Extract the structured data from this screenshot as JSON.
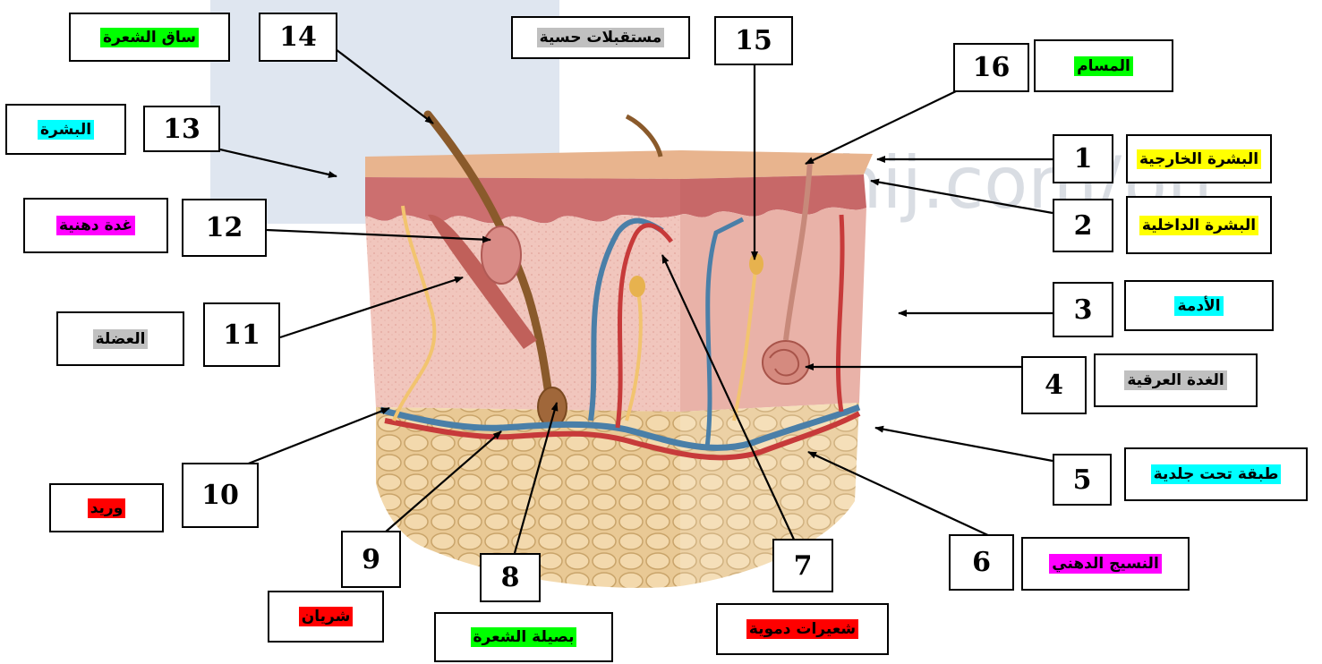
{
  "watermark": {
    "text": "AlManahij.com/bh",
    "color": "#d9dde3"
  },
  "colors": {
    "green": "#00ff00",
    "gray": "#c0c0c0",
    "cyan": "#00ffff",
    "magenta": "#ff00ff",
    "yellow": "#ffff00",
    "red": "#ff0000",
    "arrow": "#000000",
    "skin_top": "#e8b48e",
    "epidermis": "#cc6f6f",
    "dermis": "#f0c3ba",
    "fat": "#e8c48e",
    "vein": "#4a7fa8",
    "artery": "#c73a3a",
    "nerve": "#f2c46f",
    "hair": "#8a5a2b"
  },
  "labels": [
    {
      "id": "L14",
      "text": "ساق الشعرة",
      "bg": "green"
    },
    {
      "id": "L15",
      "text": "مستقبلات حسية",
      "bg": "gray"
    },
    {
      "id": "L16",
      "text": "المسام",
      "bg": "green"
    },
    {
      "id": "L13",
      "text": "البشرة",
      "bg": "cyan"
    },
    {
      "id": "L1",
      "text": "البشرة الخارجية",
      "bg": "yellow"
    },
    {
      "id": "L12",
      "text": "غدة دهنية",
      "bg": "magenta"
    },
    {
      "id": "L2",
      "text": "البشرة الداخلية",
      "bg": "yellow"
    },
    {
      "id": "L3",
      "text": "الأدمة",
      "bg": "cyan"
    },
    {
      "id": "L11",
      "text": "العضلة",
      "bg": "gray"
    },
    {
      "id": "L4",
      "text": "الغدة العرقية",
      "bg": "gray"
    },
    {
      "id": "L5",
      "text": "طبقة تحت جلدية",
      "bg": "cyan"
    },
    {
      "id": "L10",
      "text": "وريد",
      "bg": "red"
    },
    {
      "id": "L6",
      "text": "النسيج الدهني",
      "bg": "magenta"
    },
    {
      "id": "L9",
      "text": "شريان",
      "bg": "red"
    },
    {
      "id": "L7",
      "text": "شعيرات دموية",
      "bg": "red"
    },
    {
      "id": "L8",
      "text": "بصيلة الشعرة",
      "bg": "green"
    }
  ],
  "numbers": [
    "14",
    "15",
    "16",
    "13",
    "1",
    "12",
    "2",
    "3",
    "11",
    "4",
    "5",
    "10",
    "6",
    "9",
    "7",
    "8"
  ]
}
